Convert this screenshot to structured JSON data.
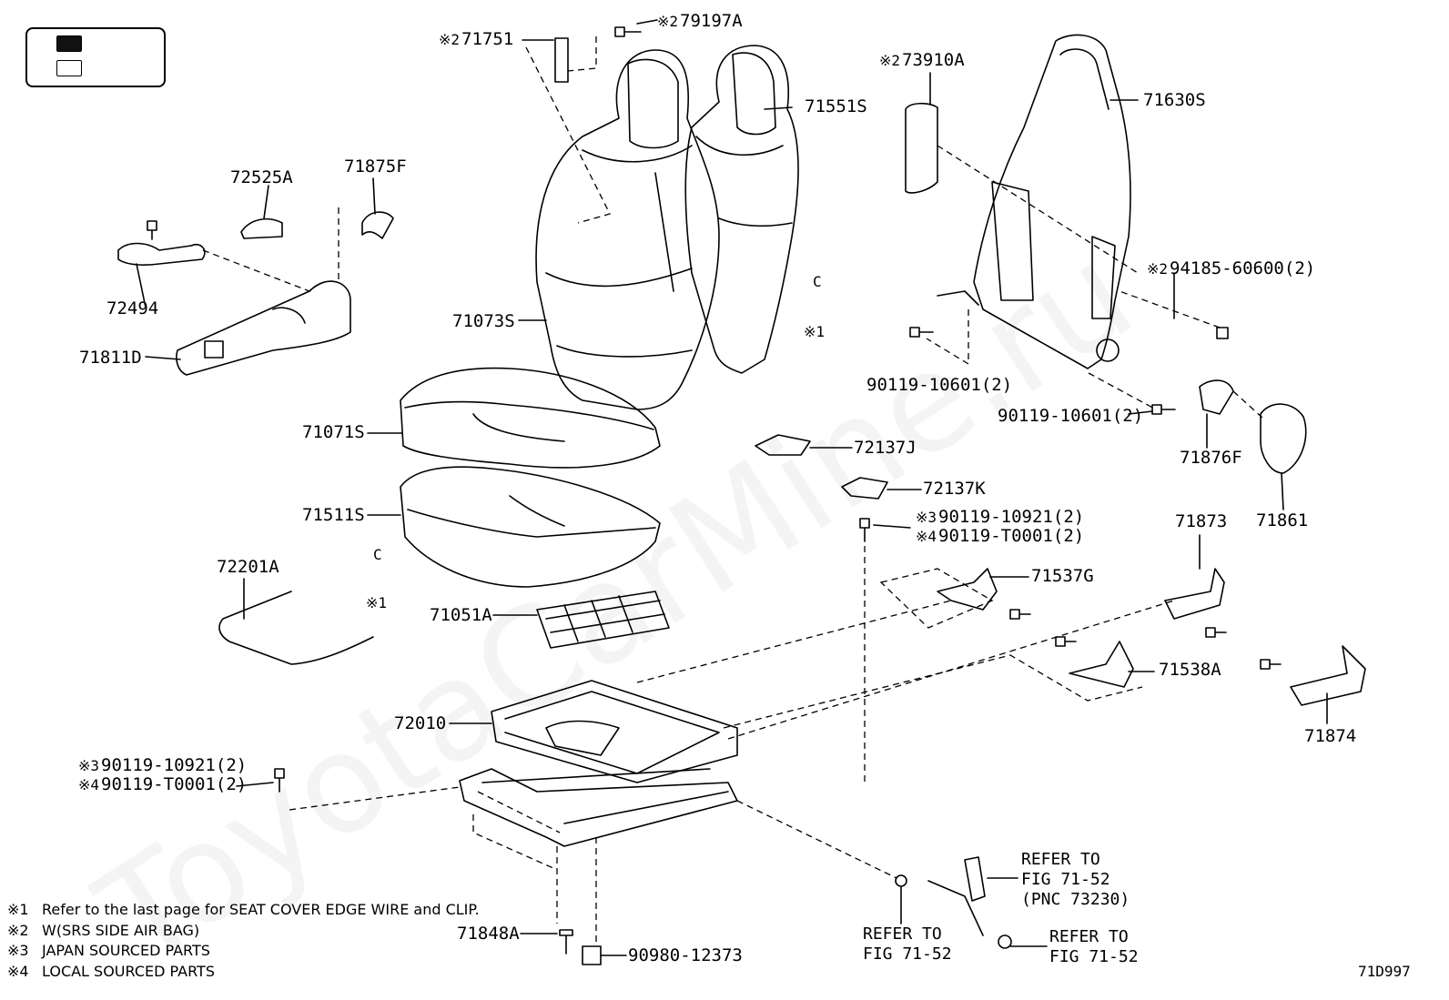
{
  "figure_code": "71D997",
  "watermark": "ToyotaCarMine.ru",
  "legend": {
    "items": [
      {
        "label": "",
        "style": "filled"
      },
      {
        "label": "",
        "style": "outline"
      }
    ]
  },
  "marks": {
    "m1": "※1",
    "m2": "※2",
    "m3": "※3",
    "m4": "※4",
    "clip": "C"
  },
  "parts": {
    "p71751": "71751",
    "p79197A": "79197A",
    "p71551S": "71551S",
    "p73910A": "73910A",
    "p71630S": "71630S",
    "p72525A": "72525A",
    "p71875F": "71875F",
    "p72494": "72494",
    "p71811D": "71811D",
    "p71073S": "71073S",
    "p94185": "94185-60600(2)",
    "p90119_10601a": "90119-10601(2)",
    "p90119_10601b": "90119-10601(2)",
    "p71876F": "71876F",
    "p71861": "71861",
    "p71071S": "71071S",
    "p72137J": "72137J",
    "p72137K": "72137K",
    "p90119_10921a": "90119-10921(2)",
    "p90119_T0001a": "90119-T0001(2)",
    "p71511S": "71511S",
    "p71873": "71873",
    "p72201A": "72201A",
    "p71537G": "71537G",
    "p71051A": "71051A",
    "p71538A": "71538A",
    "p72010": "72010",
    "p71874": "71874",
    "p90119_10921b": "90119-10921(2)",
    "p90119_T0001b": "90119-T0001(2)",
    "p71848A": "71848A",
    "p90980": "90980-12373"
  },
  "refer": {
    "r1": [
      "REFER TO",
      "FIG 71-52",
      "(PNC 73230)"
    ],
    "r2": [
      "REFER TO",
      "FIG 71-52"
    ],
    "r3": [
      "REFER TO",
      "FIG 71-52"
    ]
  },
  "notes": [
    {
      "key": "※1",
      "text": "Refer to the last page for SEAT COVER EDGE WIRE and CLIP."
    },
    {
      "key": "※2",
      "text": "W(SRS SIDE AIR BAG)"
    },
    {
      "key": "※3",
      "text": "JAPAN SOURCED PARTS"
    },
    {
      "key": "※4",
      "text": "LOCAL SOURCED PARTS"
    }
  ]
}
